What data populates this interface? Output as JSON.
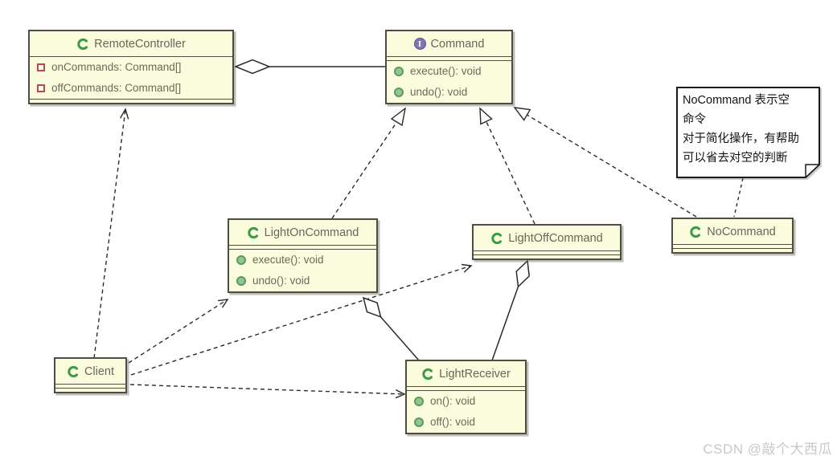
{
  "watermark": {
    "text": "CSDN @敲个大西瓜"
  },
  "icons": {
    "interface_letter": "I",
    "class_letter": "C"
  },
  "note": {
    "lines": [
      "NoCommand 表示空",
      "命令",
      "对于简化操作，有帮助",
      "可以省去对空的判断"
    ]
  },
  "classes": {
    "remoteController": {
      "name": "RemoteController",
      "stereotype": "class",
      "attributes": [
        "onCommands: Command[]",
        "offCommands: Command[]"
      ],
      "methods": []
    },
    "command": {
      "name": "Command",
      "stereotype": "interface",
      "attributes": [],
      "methods": [
        "execute(): void",
        "undo(): void"
      ]
    },
    "lightOnCommand": {
      "name": "LightOnCommand",
      "stereotype": "class",
      "attributes": [],
      "methods": [
        "execute(): void",
        "undo(): void"
      ]
    },
    "lightOffCommand": {
      "name": "LightOffCommand",
      "stereotype": "class",
      "attributes": [],
      "methods": []
    },
    "noCommand": {
      "name": "NoCommand",
      "stereotype": "class",
      "attributes": [],
      "methods": []
    },
    "client": {
      "name": "Client",
      "stereotype": "class",
      "attributes": [],
      "methods": []
    },
    "lightReceiver": {
      "name": "LightReceiver",
      "stereotype": "class",
      "attributes": [],
      "methods": [
        "on(): void",
        "off(): void"
      ]
    }
  },
  "relationships": [
    {
      "from": "RemoteController",
      "to": "Command",
      "type": "aggregation"
    },
    {
      "from": "LightOnCommand",
      "to": "Command",
      "type": "realization"
    },
    {
      "from": "LightOffCommand",
      "to": "Command",
      "type": "realization"
    },
    {
      "from": "NoCommand",
      "to": "Command",
      "type": "realization"
    },
    {
      "from": "Client",
      "to": "RemoteController",
      "type": "dependency"
    },
    {
      "from": "Client",
      "to": "LightOnCommand",
      "type": "dependency"
    },
    {
      "from": "Client",
      "to": "LightOffCommand",
      "type": "dependency"
    },
    {
      "from": "Client",
      "to": "LightReceiver",
      "type": "dependency"
    },
    {
      "from": "LightOnCommand",
      "to": "LightReceiver",
      "type": "aggregation"
    },
    {
      "from": "LightOffCommand",
      "to": "LightReceiver",
      "type": "aggregation"
    },
    {
      "from": "note",
      "to": "NoCommand",
      "type": "note-link"
    }
  ],
  "colors": {
    "class_fill": "#fbfbdd",
    "class_border": "#4e4e40",
    "line": "#2a2a2a",
    "class_icon_green": "#3c9b49",
    "interface_icon_purple": "#8075b5",
    "field_icon_red": "#bb4b47",
    "method_icon_green": "#8fc88f",
    "note_fill": "#ffffff",
    "note_border": "#1a1a1a",
    "watermark_gray": "#c8c8c8"
  }
}
